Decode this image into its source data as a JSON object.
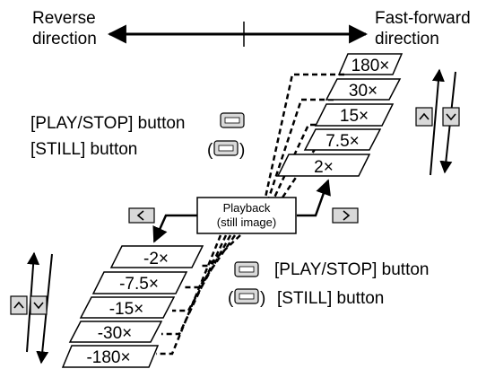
{
  "direction": {
    "reverse_line1": "Reverse",
    "reverse_line2": "direction",
    "forward_line1": "Fast-forward",
    "forward_line2": "direction"
  },
  "forward": {
    "speeds": [
      "180×",
      "30×",
      "15×",
      "7.5×",
      "2×"
    ],
    "play_stop_label": "[PLAY/STOP] button",
    "still_label": "[STILL] button",
    "paren_open": "(",
    "paren_close": ")"
  },
  "reverse": {
    "speeds": [
      "-2×",
      "-7.5×",
      "-15×",
      "-30×",
      "-180×"
    ],
    "play_stop_label": "[PLAY/STOP] button",
    "still_label": "[STILL] button",
    "paren_open": "(",
    "paren_close": ")"
  },
  "center": {
    "line1": "Playback",
    "line2": "(still image)"
  },
  "icons": {
    "left_arrow": "left-arrow-key-icon",
    "right_arrow": "right-arrow-key-icon",
    "up_key": "up-arrow-key-icon",
    "down_key": "down-arrow-key-icon",
    "button": "button-icon"
  },
  "colors": {
    "key_fill": "#d9d9d9",
    "line": "#000000"
  }
}
